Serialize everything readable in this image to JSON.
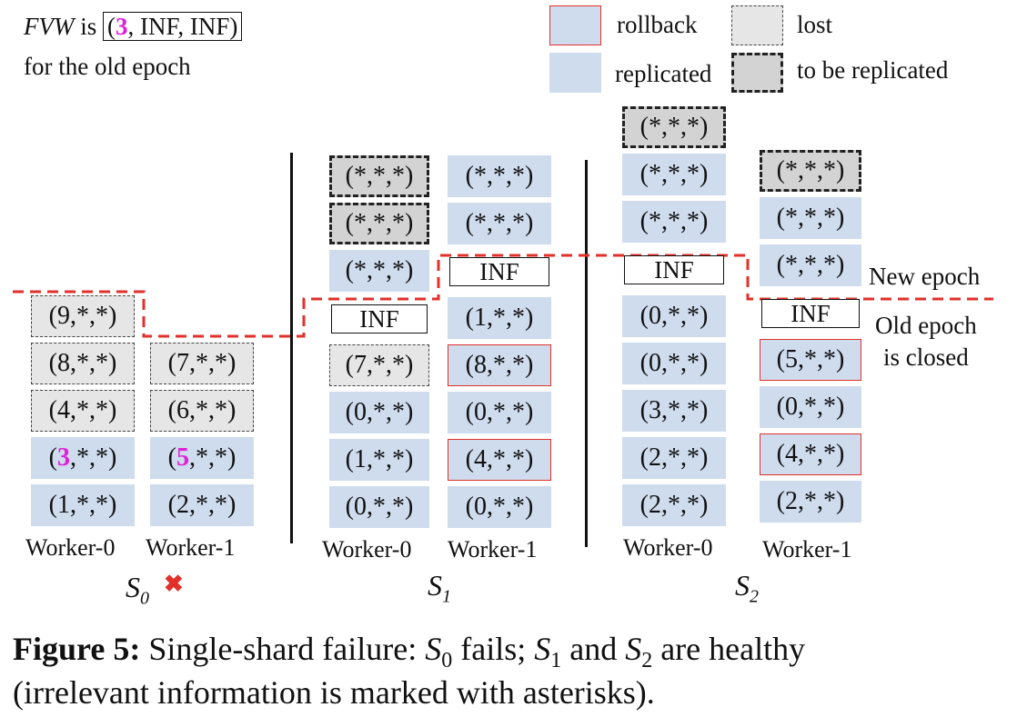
{
  "legend": {
    "rollback": "rollback",
    "replicated": "replicated",
    "lost": "lost",
    "to_be_replicated": "to be replicated"
  },
  "fvw_note": {
    "name": "FVW",
    "is": "is",
    "open_paren": "(",
    "highlight": "3",
    "rest": ", INF, INF)",
    "line2": "for the old epoch"
  },
  "epoch_labels": {
    "new_epoch": "New epoch",
    "old_epoch_line1": "Old epoch",
    "old_epoch_line2": "is closed"
  },
  "shards": [
    {
      "label": "S",
      "sub": "0",
      "failed": true,
      "fail_mark": "✖",
      "workers": [
        "Worker-0",
        "Worker-1"
      ]
    },
    {
      "label": "S",
      "sub": "1",
      "failed": false,
      "workers": [
        "Worker-0",
        "Worker-1"
      ]
    },
    {
      "label": "S",
      "sub": "2",
      "failed": false,
      "workers": [
        "Worker-0",
        "Worker-1"
      ]
    }
  ],
  "columns": [
    {
      "shard": "S0",
      "worker": "Worker-0",
      "entries_bottom_to_top": [
        {
          "text": "(1,*,*)",
          "kind": "replicated"
        },
        {
          "text": "(3,*,*)",
          "kind": "replicated",
          "highlight": "3"
        },
        {
          "text": "(4,*,*)",
          "kind": "lost"
        },
        {
          "text": "(8,*,*)",
          "kind": "lost"
        },
        {
          "text": "(9,*,*)",
          "kind": "lost"
        }
      ]
    },
    {
      "shard": "S0",
      "worker": "Worker-1",
      "entries_bottom_to_top": [
        {
          "text": "(2,*,*)",
          "kind": "replicated"
        },
        {
          "text": "(5,*,*)",
          "kind": "replicated",
          "highlight": "5"
        },
        {
          "text": "(6,*,*)",
          "kind": "lost"
        },
        {
          "text": "(7,*,*)",
          "kind": "lost"
        }
      ]
    },
    {
      "shard": "S1",
      "worker": "Worker-0",
      "entries_bottom_to_top": [
        {
          "text": "(0,*,*)",
          "kind": "replicated"
        },
        {
          "text": "(1,*,*)",
          "kind": "replicated"
        },
        {
          "text": "(0,*,*)",
          "kind": "replicated"
        },
        {
          "text": "(7,*,*)",
          "kind": "lost"
        },
        {
          "text": "INF",
          "kind": "inf"
        },
        {
          "text": "(*,*,*)",
          "kind": "replicated"
        },
        {
          "text": "(*,*,*)",
          "kind": "to_be_replicated"
        },
        {
          "text": "(*,*,*)",
          "kind": "to_be_replicated"
        }
      ]
    },
    {
      "shard": "S1",
      "worker": "Worker-1",
      "entries_bottom_to_top": [
        {
          "text": "(0,*,*)",
          "kind": "replicated"
        },
        {
          "text": "(4,*,*)",
          "kind": "rollback"
        },
        {
          "text": "(0,*,*)",
          "kind": "replicated"
        },
        {
          "text": "(8,*,*)",
          "kind": "rollback"
        },
        {
          "text": "(1,*,*)",
          "kind": "replicated"
        },
        {
          "text": "INF",
          "kind": "inf"
        },
        {
          "text": "(*,*,*)",
          "kind": "replicated"
        },
        {
          "text": "(*,*,*)",
          "kind": "replicated"
        }
      ]
    },
    {
      "shard": "S2",
      "worker": "Worker-0",
      "entries_bottom_to_top": [
        {
          "text": "(2,*,*)",
          "kind": "replicated"
        },
        {
          "text": "(2,*,*)",
          "kind": "replicated"
        },
        {
          "text": "(3,*,*)",
          "kind": "replicated"
        },
        {
          "text": "(0,*,*)",
          "kind": "replicated"
        },
        {
          "text": "(0,*,*)",
          "kind": "replicated"
        },
        {
          "text": "INF",
          "kind": "inf"
        },
        {
          "text": "(*,*,*)",
          "kind": "replicated"
        },
        {
          "text": "(*,*,*)",
          "kind": "replicated"
        },
        {
          "text": "(*,*,*)",
          "kind": "to_be_replicated"
        }
      ]
    },
    {
      "shard": "S2",
      "worker": "Worker-1",
      "entries_bottom_to_top": [
        {
          "text": "(2,*,*)",
          "kind": "replicated"
        },
        {
          "text": "(4,*,*)",
          "kind": "rollback"
        },
        {
          "text": "(0,*,*)",
          "kind": "replicated"
        },
        {
          "text": "(5,*,*)",
          "kind": "rollback"
        },
        {
          "text": "INF",
          "kind": "inf"
        },
        {
          "text": "(*,*,*)",
          "kind": "replicated"
        },
        {
          "text": "(*,*,*)",
          "kind": "replicated"
        },
        {
          "text": "(*,*,*)",
          "kind": "to_be_replicated"
        }
      ]
    }
  ],
  "colors": {
    "replicated": "#cfdcee",
    "rollback_border": "#e0312b",
    "lost": "#e6e6e6",
    "to_be_replicated": "#d3d3d3",
    "epoch_line": "#e0312b",
    "highlight": "#e020d8",
    "fail_mark": "#e0312b"
  },
  "caption": {
    "label": "Figure 5:",
    "text1": " Single-shard failure: ",
    "s0": "S",
    "s0_sub": "0",
    "text2": " fails; ",
    "s1": "S",
    "s1_sub": "1",
    "text3": " and ",
    "s2": "S",
    "s2_sub": "2",
    "text4": " are healthy",
    "line2": "(irrelevant information is marked with asterisks)."
  }
}
